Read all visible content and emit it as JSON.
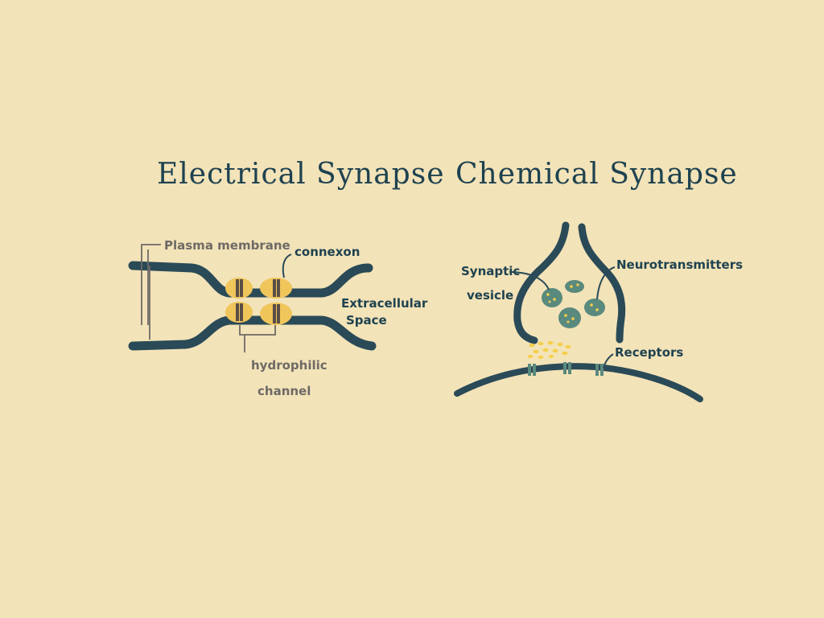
{
  "colors": {
    "background": "#f3e3b8",
    "membrane": "#2a4a57",
    "connexon": "#f0c55a",
    "vesicle": "#5a8a7e",
    "receptor": "#5a8a7e",
    "neurotransmitter": "#f5cf4a",
    "leader_grey": "#6e6a66"
  },
  "electrical": {
    "title": "Electrical Synapse",
    "labels": {
      "plasma_membrane": "Plasma membrane",
      "connexon": "connexon",
      "extracellular_line1": "Extracellular",
      "extracellular_line2": "Space",
      "hydrophilic_line1": "hydrophilic",
      "hydrophilic_line2": "channel"
    }
  },
  "chemical": {
    "title": "Chemical Synapse",
    "labels": {
      "synaptic_line1": "Synaptic",
      "synaptic_line2": "vesicle",
      "neurotransmitters": "Neurotransmitters",
      "receptors": "Receptors"
    }
  }
}
